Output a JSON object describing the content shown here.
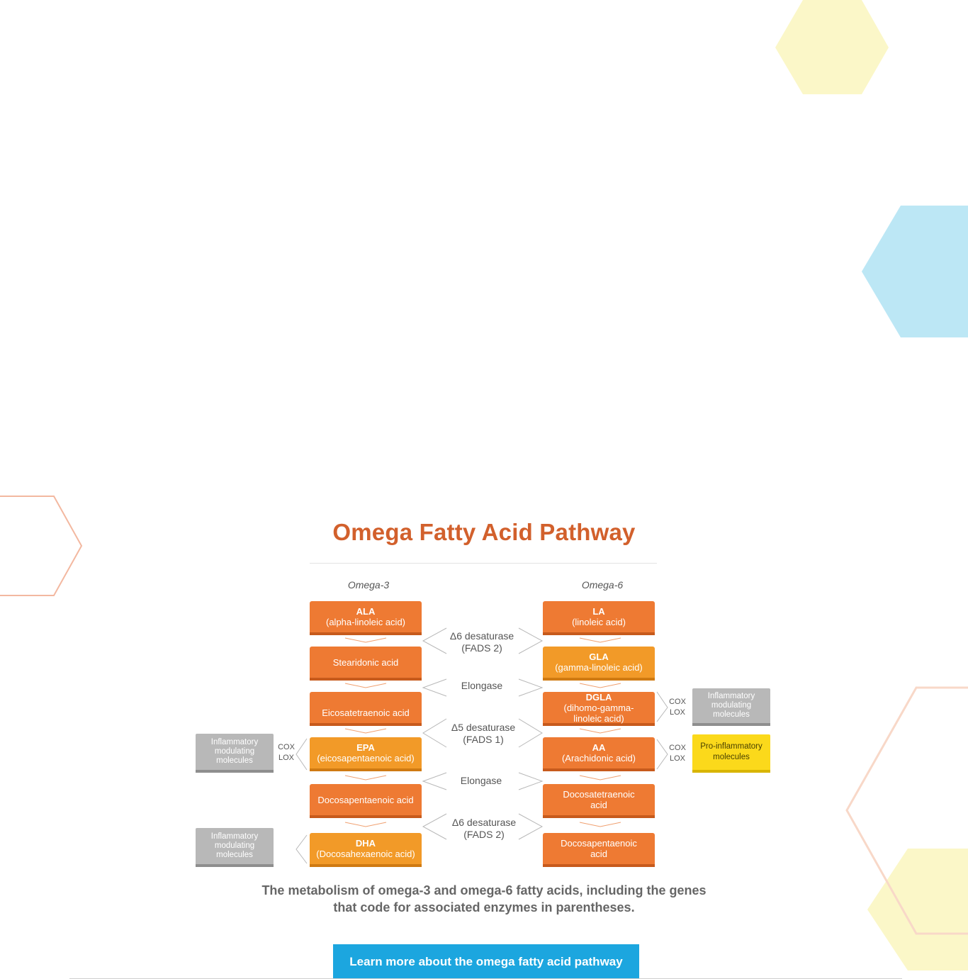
{
  "colors": {
    "title": "#d2602c",
    "box_orange": "#ee7a33",
    "box_amber": "#f29a28",
    "box_grey": "#b8b8b8",
    "box_yellow": "#fbd91b",
    "button": "#1ca6df",
    "hex_yellow": "#fbf7c8",
    "hex_blue": "#bce7f5",
    "hex_peach_outline": "#f3b8a0"
  },
  "diagram": {
    "title": "Omega Fatty Acid Pathway",
    "omega3_label": "Omega-3",
    "omega6_label": "Omega-6",
    "omega3": {
      "ala_abbr": "ALA",
      "ala_name": "(alpha-linoleic acid)",
      "stearidonic": "Stearidonic acid",
      "eicosatetraenoic": "Eicosatetraenoic acid",
      "epa_abbr": "EPA",
      "epa_name": "(eicosapentaenoic acid)",
      "docosapentaenoic": "Docosapentaenoic acid",
      "dha_abbr": "DHA",
      "dha_name": "(Docosahexaenoic acid)"
    },
    "omega6": {
      "la_abbr": "LA",
      "la_name": "(linoleic acid)",
      "gla_abbr": "GLA",
      "gla_name": "(gamma-linoleic acid)",
      "dgla_abbr": "DGLA",
      "dgla_name": "(dihomo-gamma-linoleic acid)",
      "aa_abbr": "AA",
      "aa_name": "(Arachidonic acid)",
      "docosatetraenoic": "Docosatetraenoic acid",
      "docosapentaenoic": "Docosapentaenoic acid"
    },
    "enzymes": {
      "d6_1_name": "Δ6 desaturase",
      "d6_1_gene": "(FADS 2)",
      "elongase_1": "Elongase",
      "d5_name": "Δ5 desaturase",
      "d5_gene": "(FADS 1)",
      "elongase_2": "Elongase",
      "d6_2_name": "Δ6 desaturase",
      "d6_2_gene": "(FADS 2)"
    },
    "pathways": {
      "cox": "COX",
      "lox": "LOX"
    },
    "outputs": {
      "inflammatory_modulating": "Inflammatory modulating molecules",
      "pro_inflammatory": "Pro-inflammatory molecules"
    }
  },
  "caption": {
    "line1": "The metabolism of omega-3 and omega-6 fatty acids, including the genes",
    "line2": "that code for associated enzymes in parentheses."
  },
  "cta": {
    "label": "Learn more about the omega fatty acid pathway"
  }
}
